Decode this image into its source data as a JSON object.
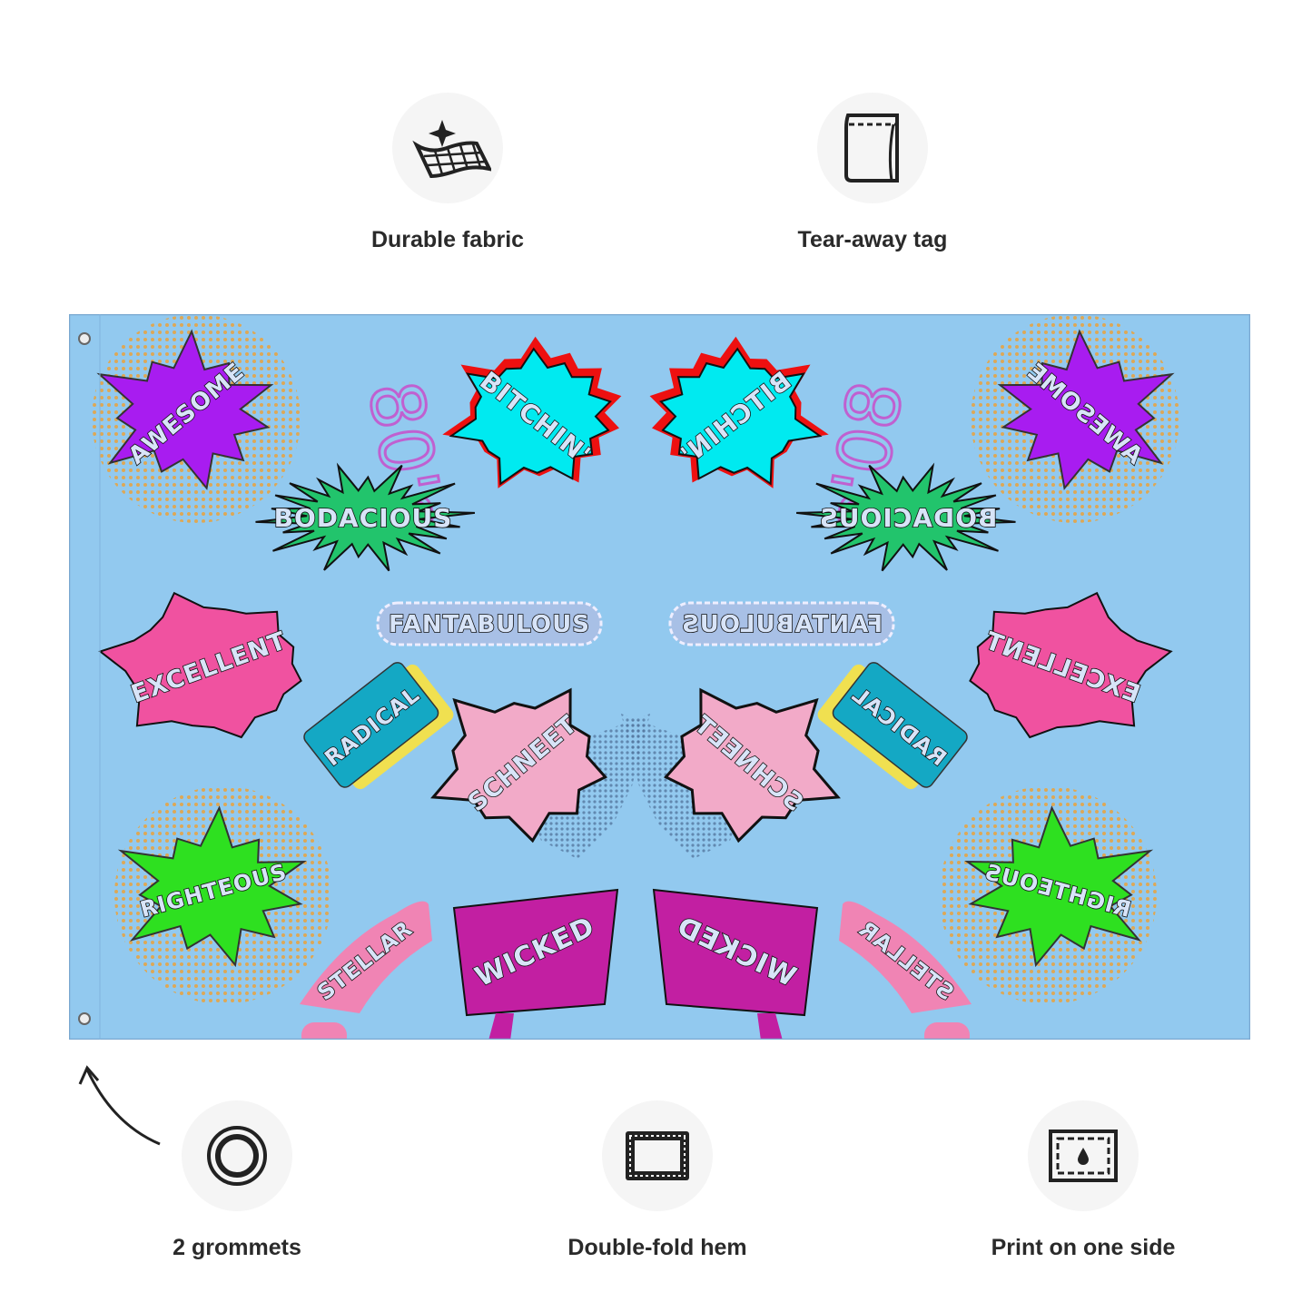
{
  "features": {
    "durable_fabric": {
      "label": "Durable fabric",
      "icon": "fabric-sparkle-icon"
    },
    "tear_away_tag": {
      "label": "Tear-away tag",
      "icon": "tag-icon"
    },
    "grommets": {
      "label": "2 grommets",
      "icon": "grommet-icon"
    },
    "hem": {
      "label": "Double-fold hem",
      "icon": "hem-icon"
    },
    "print": {
      "label": "Print on one side",
      "icon": "print-drop-icon"
    }
  },
  "flag": {
    "background": "#92c9ef",
    "words": {
      "awesome": "AWESOME",
      "eighties": "80's",
      "bitchin": "BITCHIN'",
      "bodacious": "BODACIOUS",
      "fantabulous": "FANTABULOUS",
      "excellent": "EXCELLENT",
      "radical": "RADICAL",
      "schneet": "SCHNEET",
      "righteous": "RIGHTEOUS",
      "stellar": "STELLAR",
      "wicked": "WICKED"
    },
    "colors": {
      "purple": "#a81cf0",
      "cyan": "#00eaf0",
      "red": "#ee1010",
      "green": "#22c46c",
      "lime": "#2ee020",
      "pink": "#f052a0",
      "lightpink": "#f2aac8",
      "teal": "#14a8c4",
      "magenta": "#c21fa2",
      "stellar": "#f084b4"
    }
  }
}
